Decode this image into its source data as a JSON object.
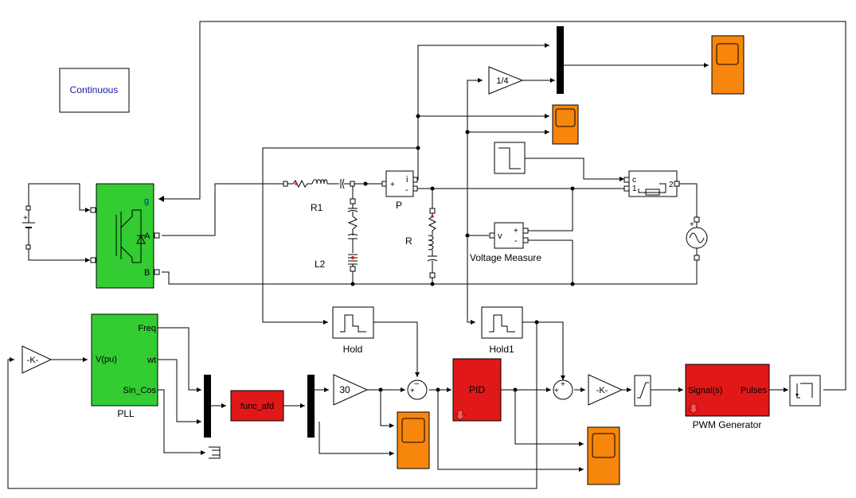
{
  "labels": {
    "continuous": "Continuous",
    "r1": "R1",
    "l2": "L2",
    "p": "P",
    "r": "R",
    "voltage_measure": "Voltage Measure",
    "hold": "Hold",
    "hold1": "Hold1",
    "pll": "PLL",
    "pwm_generator": "PWM Generator",
    "func_afd": "func_afd",
    "pid": "PID",
    "pll_freq": "Freq",
    "pll_wt": "wt",
    "pll_sincos": "Sin_Cos",
    "pll_vpu": "V(pu)",
    "pwm_signal": "Signal(s)",
    "pwm_pulses": "Pulses",
    "gain_k1": "-K-",
    "gain_k2": "-K-",
    "gain_30": "30",
    "gain_quarter": "1/4",
    "inv_g": "g",
    "inv_a": "A",
    "inv_b": "B",
    "pm_i": "i",
    "pm_plus": "+",
    "pm_minus": "-",
    "vm_v": "v",
    "vm_plus": "+",
    "vm_minus": "-",
    "sw_c": "c",
    "sw_1": "1",
    "sw_2": "2",
    "sum1_plus": "+",
    "sum1_minus": "−",
    "sum2_plus": "+",
    "sum2_plus2": "+"
  },
  "colors": {
    "green_block": "#33cc33",
    "red_block": "#e01818",
    "scope": "#f7860c",
    "blue_text": "#1a1aa6"
  }
}
